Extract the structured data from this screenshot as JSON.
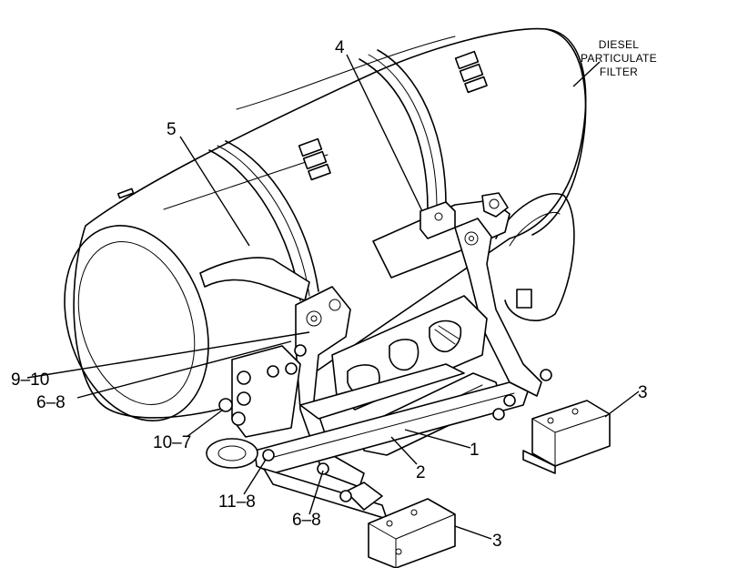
{
  "labels": {
    "dpf_line1": "DIESEL",
    "dpf_line2": "PARTICULATE",
    "dpf_line3": "FILTER",
    "c4": "4",
    "c5": "5",
    "c9_10": "9–10",
    "c6_8_upper": "6–8",
    "c10_7": "10–7",
    "c11_8": "11–8",
    "c6_8_lower": "6–8",
    "c2": "2",
    "c1": "1",
    "c3_right": "3",
    "c3_bottom": "3"
  }
}
